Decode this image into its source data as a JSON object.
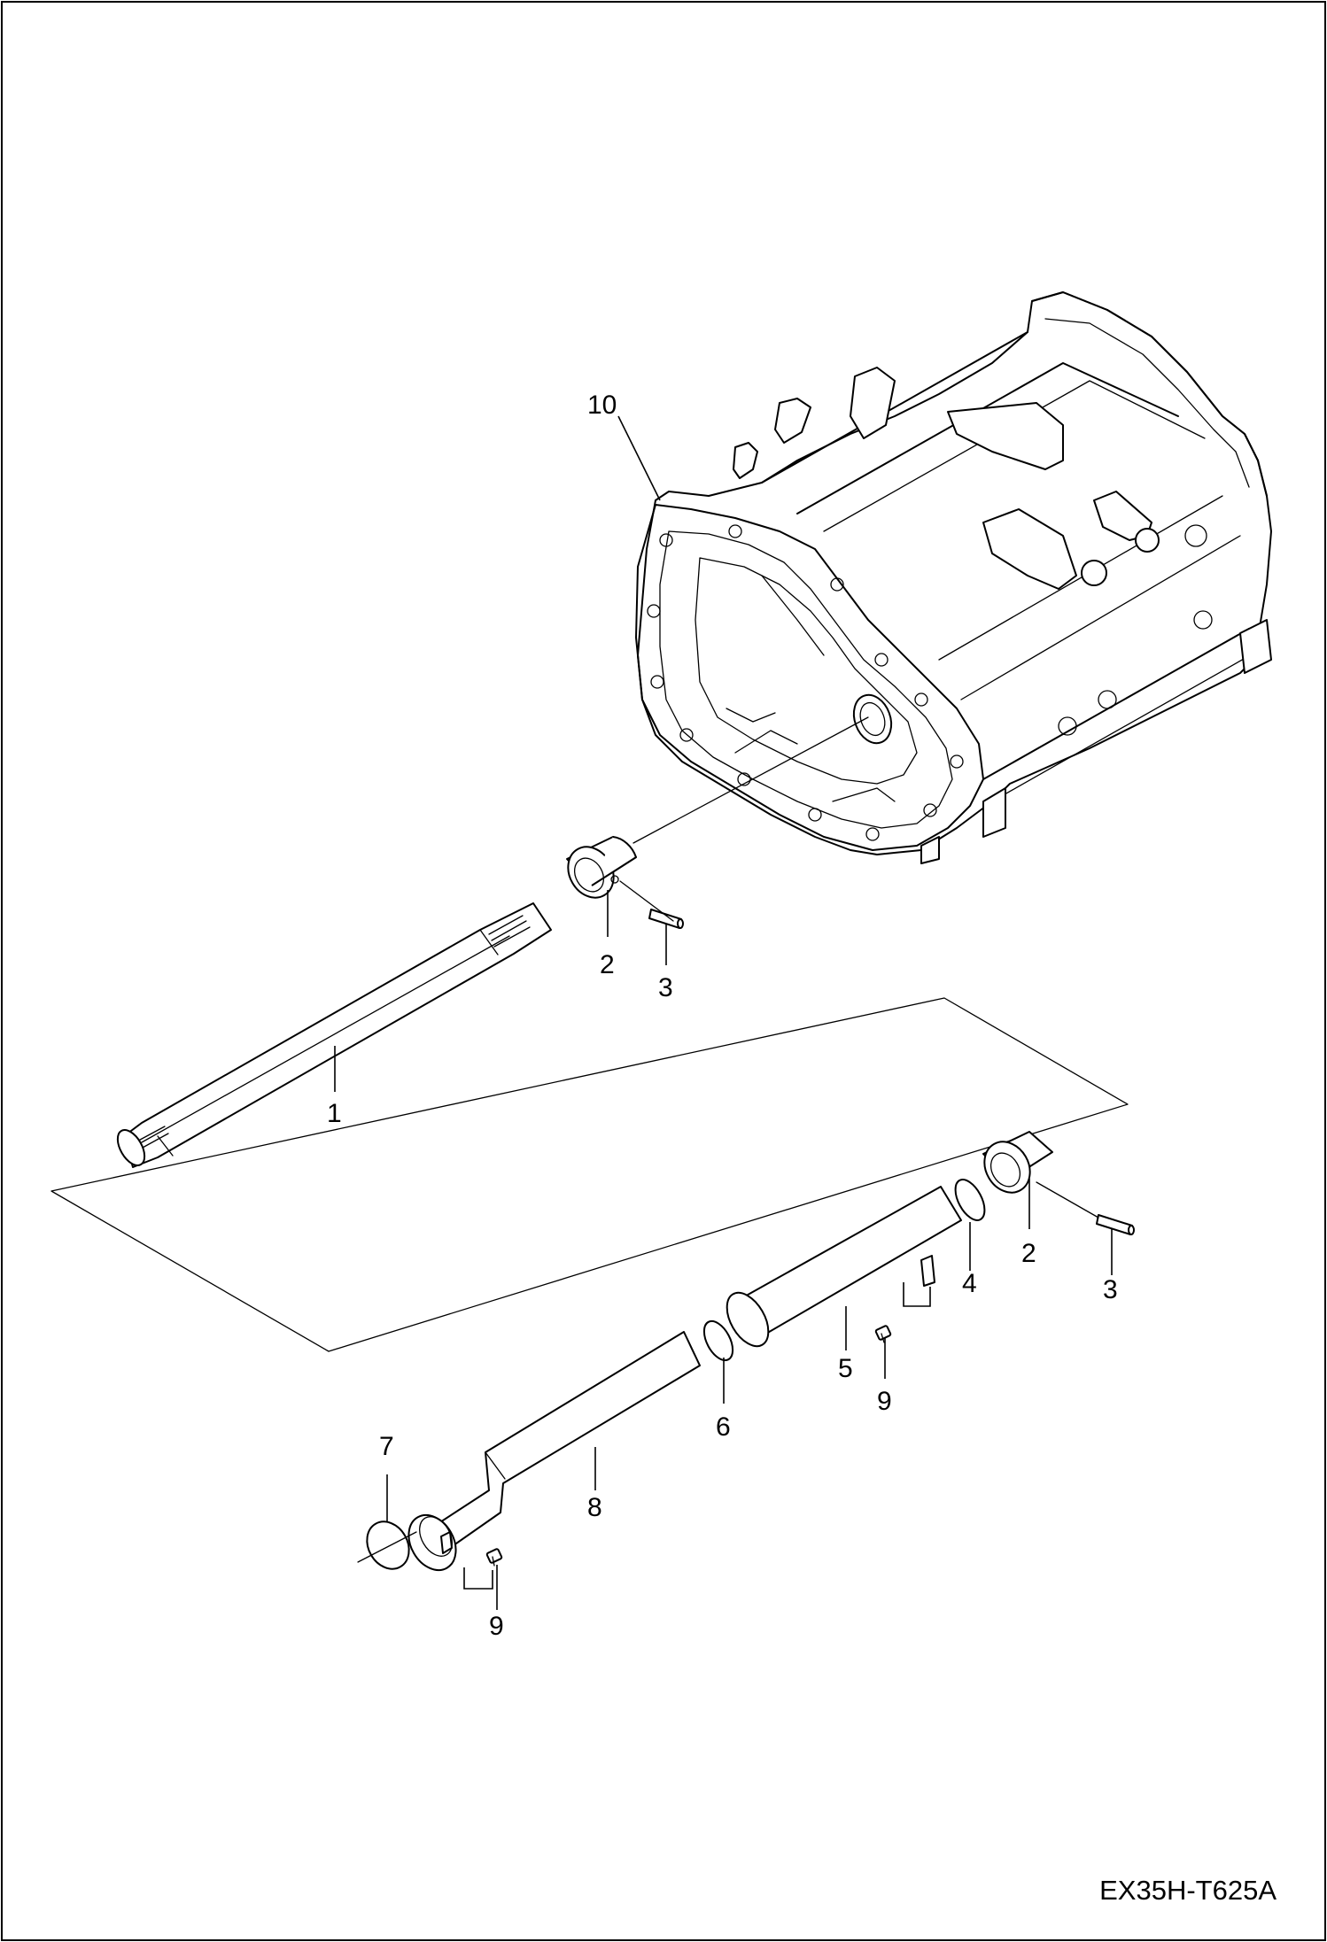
{
  "drawing": {
    "code": "EX35H-T625A"
  },
  "callouts": [
    {
      "id": "c10",
      "text": "10"
    },
    {
      "id": "c2a",
      "text": "2"
    },
    {
      "id": "c3a",
      "text": "3"
    },
    {
      "id": "c1",
      "text": "1"
    },
    {
      "id": "c2b",
      "text": "2"
    },
    {
      "id": "c3b",
      "text": "3"
    },
    {
      "id": "c4",
      "text": "4"
    },
    {
      "id": "c5",
      "text": "5"
    },
    {
      "id": "c9a",
      "text": "9"
    },
    {
      "id": "c6",
      "text": "6"
    },
    {
      "id": "c7",
      "text": "7"
    },
    {
      "id": "c8",
      "text": "8"
    },
    {
      "id": "c9b",
      "text": "9"
    }
  ]
}
